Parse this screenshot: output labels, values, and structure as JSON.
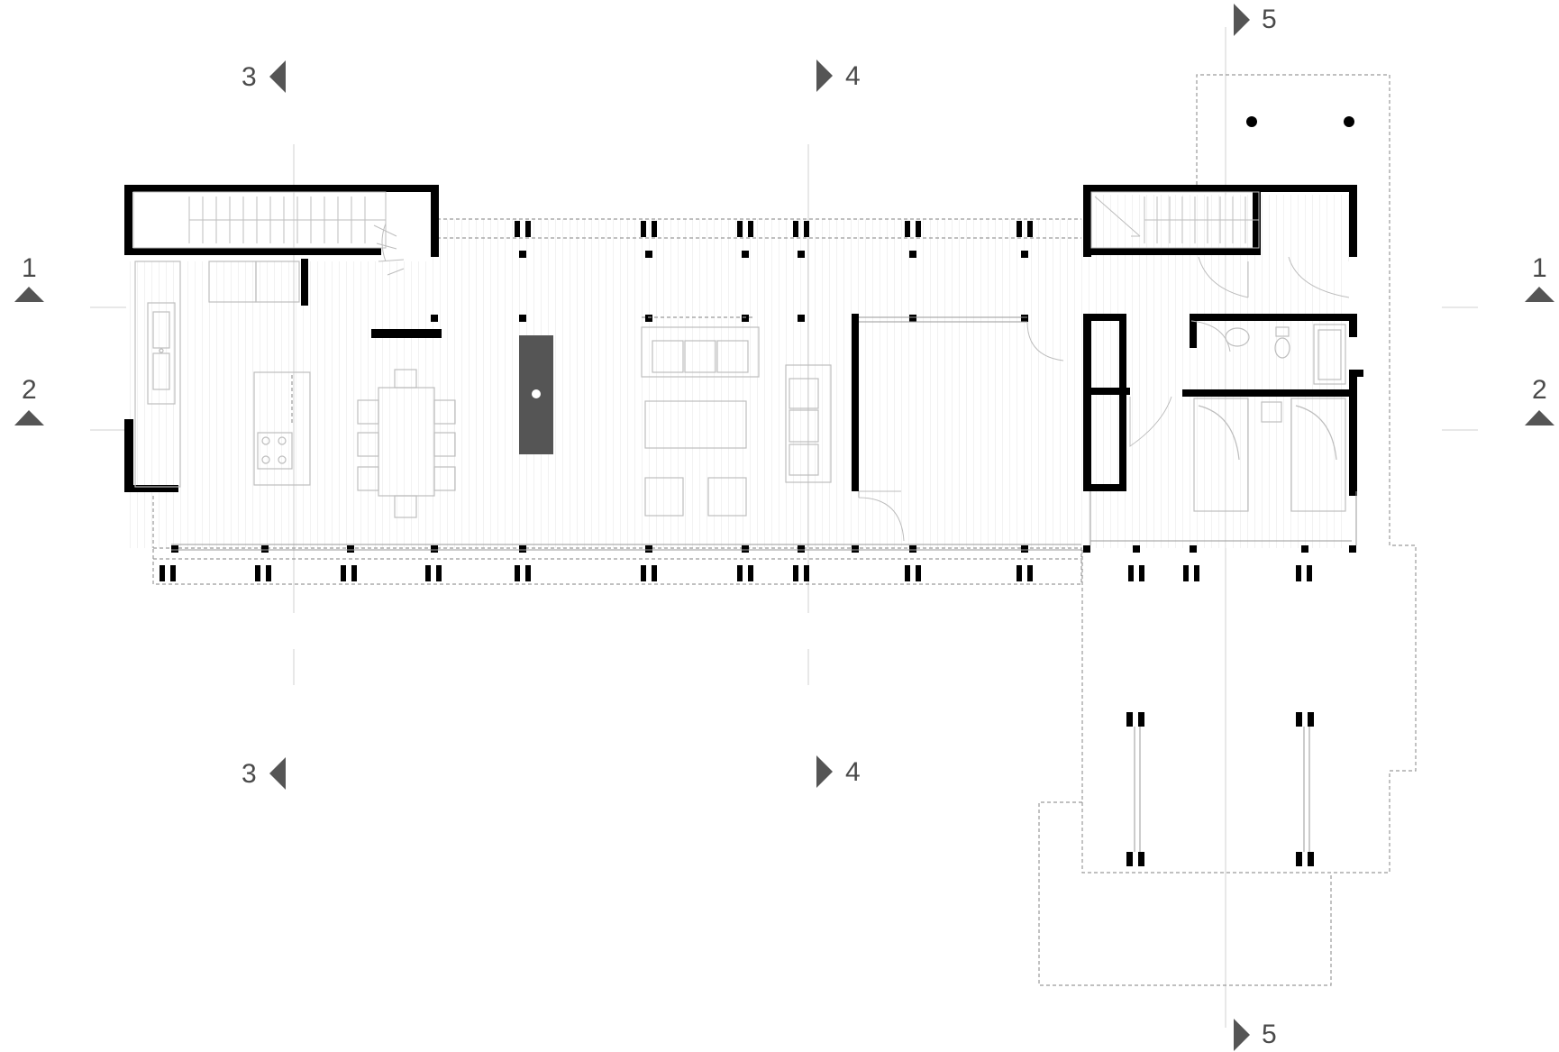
{
  "section_marks": [
    {
      "label": "1",
      "dir": "up"
    },
    {
      "label": "1",
      "dir": "up"
    },
    {
      "label": "2",
      "dir": "up"
    },
    {
      "label": "2",
      "dir": "up"
    },
    {
      "label": "3",
      "dir": "left"
    },
    {
      "label": "3",
      "dir": "left"
    },
    {
      "label": "4",
      "dir": "right"
    },
    {
      "label": "4",
      "dir": "right"
    },
    {
      "label": "5",
      "dir": "right"
    },
    {
      "label": "5",
      "dir": "right"
    }
  ],
  "colors": {
    "wall": "#000000",
    "furniture": "#bdbdbd",
    "text": "#4a4a4a",
    "column_core": "#555555"
  },
  "icons": [
    "section-marker-arrow-icon",
    "sink-icon",
    "cooktop-icon",
    "toilet-icon",
    "bathtub-icon",
    "washbasin-icon",
    "stair-icon",
    "door-swing-icon"
  ]
}
